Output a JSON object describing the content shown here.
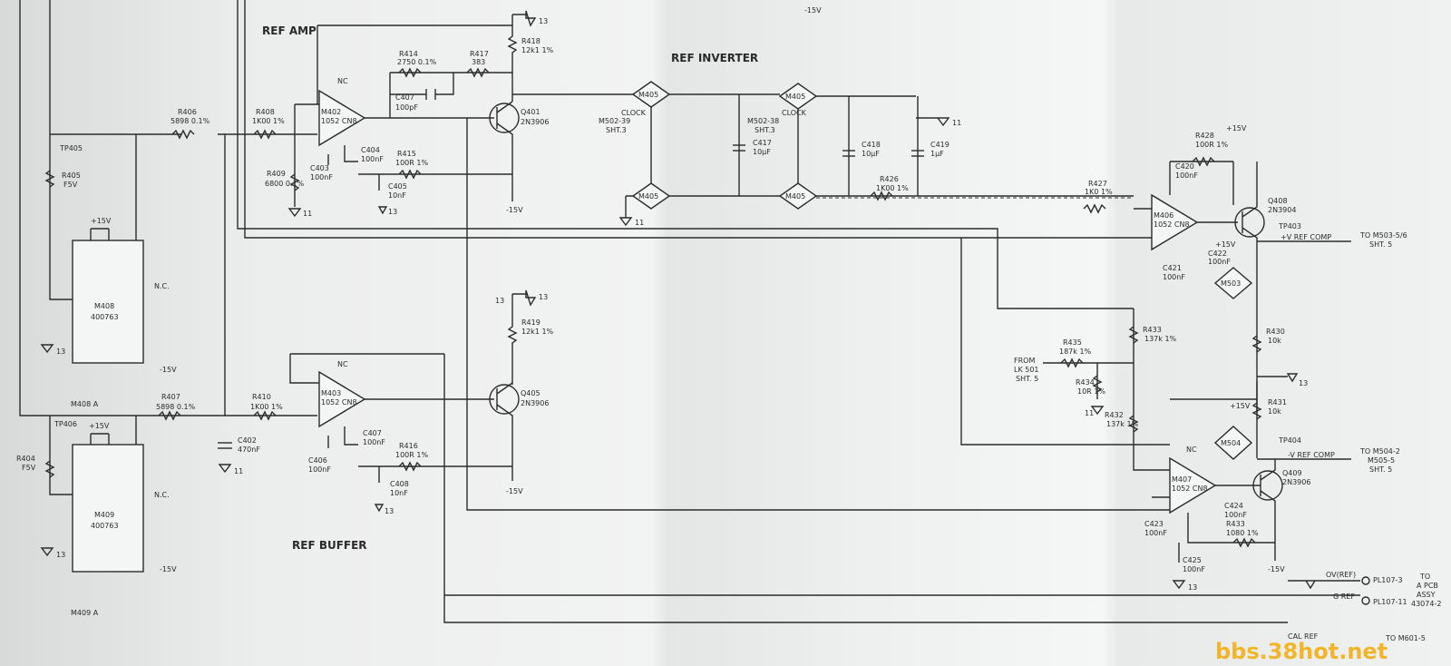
{
  "titles": {
    "ref_amp": "REF AMP",
    "ref_inverter": "REF INVERTER",
    "ref_buffer": "REF BUFFER",
    "top_m15v": "-15V"
  },
  "modules": {
    "m405": "M405",
    "m406": "M406",
    "m407": "M407",
    "m408": "M408",
    "m409": "M409",
    "m402": "M402",
    "m403": "M403",
    "m503": "M503",
    "m504": "M504",
    "ic_400763": "400763",
    "ic_1052": "1052 CN8",
    "m408a": "M408 A",
    "m409a": "M409 A"
  },
  "resistors": {
    "r414": "R414",
    "r414v": "2750 0.1%",
    "r417": "R417",
    "r417v": "383",
    "r418": "R418",
    "r418v": "12k1 1%",
    "r408": "R408",
    "r408v": "1K00 1%",
    "r406": "R406",
    "r406v": "5898 0.1%",
    "r405": "R405",
    "r405v": "F5V",
    "r409": "R409",
    "r409v": "6800 0.1%",
    "r415": "R415",
    "r415v": "100R 1%",
    "r419": "R419",
    "r419v": "12k1 1%",
    "r410": "R410",
    "r410v": "1K00 1%",
    "r407": "R407",
    "r407v": "5898 0.1%",
    "r404": "R404",
    "r404v": "F5V",
    "r416": "R416",
    "r416v": "100R 1%",
    "r426": "R426",
    "r426v": "1K00 1%",
    "r427": "R427",
    "r427v": "1K0 1%",
    "r428": "R428",
    "r428v": "100R 1%",
    "r435": "R435",
    "r435v": "187k 1%",
    "r434": "R434",
    "r434v": "10R 1%",
    "r433": "R433",
    "r433v": "137k 1%",
    "r432": "R432",
    "r432v": "137k 1%",
    "r430": "R430",
    "r430v": "10k",
    "r431": "R431",
    "r431v": "10k",
    "r433b": "R433",
    "r433bv": "1080 1%"
  },
  "capacitors": {
    "c407": "C407",
    "c407v": "100pF",
    "c404": "C404",
    "c404v": "100nF",
    "c403": "C403",
    "c403v": "100nF",
    "c405": "C405",
    "c405v": "10nF",
    "c417": "C417",
    "c417v": "10µF",
    "c418": "C418",
    "c418v": "10µF",
    "c419": "C419",
    "c419v": "1µF",
    "c402": "C402",
    "c402v": "470nF",
    "c406": "C406",
    "c406v": "100nF",
    "c407b": "C407",
    "c407bv": "100nF",
    "c408": "C408",
    "c408v": "10nF",
    "c420": "C420",
    "c420v": "100nF",
    "c421": "C421",
    "c421v": "100nF",
    "c422": "C422",
    "c422v": "100nF",
    "c423": "C423",
    "c423v": "100nF",
    "c424": "C424",
    "c424v": "100nF",
    "c425": "C425",
    "c425v": "100nF"
  },
  "transistors": {
    "q401": "Q401",
    "q401t": "2N3906",
    "q405": "Q405",
    "q405t": "2N3906",
    "q408": "Q408",
    "q408t": "2N3904",
    "q409": "Q409",
    "q409t": "2N3906"
  },
  "test_points": {
    "tp405": "TP405",
    "tp406": "TP406",
    "tp403": "TP403",
    "tp404": "TP404"
  },
  "rails": {
    "p15v": "+15V",
    "m15v": "-15V",
    "gnd13": "13",
    "gnd11": "11",
    "nc": "N.C.",
    "nc_short": "NC"
  },
  "refs": {
    "m502_39": "M502-39",
    "m502_39b": "SHT.3",
    "m502_38": "M502-38",
    "m502_38b": "SHT.3",
    "clock": "CLOCK",
    "from": "FROM",
    "from_lk": "LK 501",
    "from_sht": "SHT. 5",
    "vref_comp_p": "+V REF COMP",
    "vref_comp_m": "-V REF COMP",
    "to_m503": "TO M503-5/6",
    "to_m503_sht": "SHT. 5",
    "to_m504": "TO M504-2",
    "to_m505": "M505-5",
    "to_m504_sht": "SHT. 5",
    "ov_ref": "OV(REF)",
    "pl107_3": "PL107-3",
    "pl107_11": "PL107-11",
    "g_ref": "G REF",
    "to_a": "TO",
    "to_a2": "A PCB",
    "to_a3": "ASSY",
    "to_a4": "43074-2",
    "cal_ref": "CAL REF",
    "to_m601": "TO M601-5"
  },
  "watermark": "bbs.38hot.net"
}
